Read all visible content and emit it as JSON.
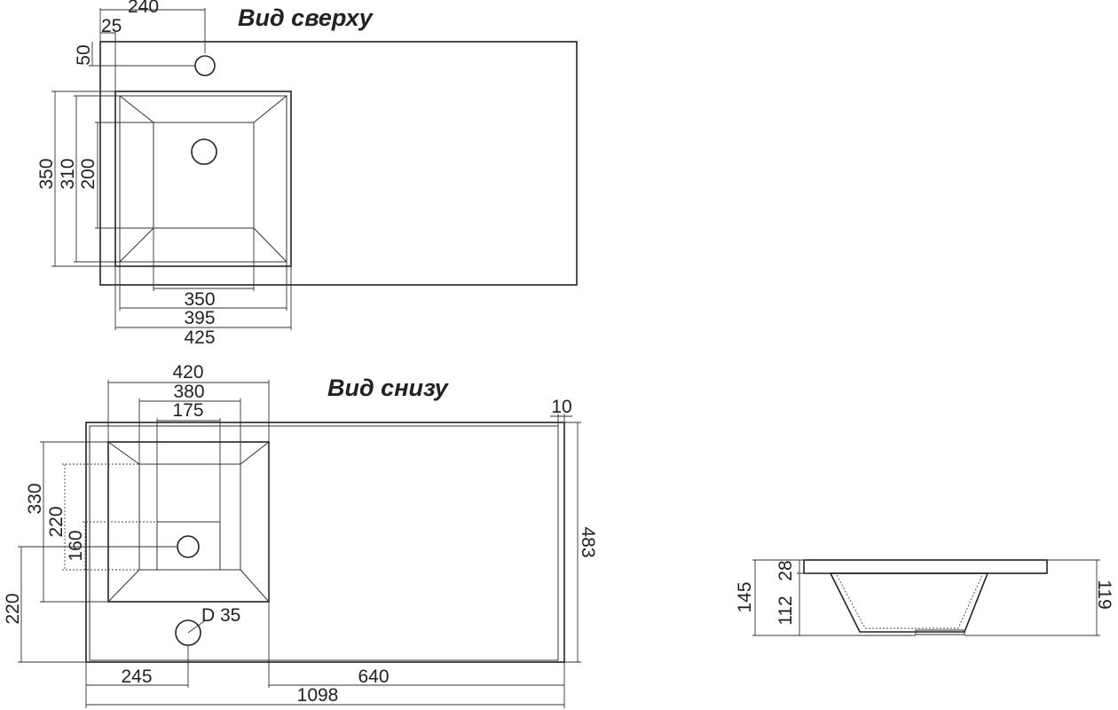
{
  "top_view": {
    "title": "Вид сверху",
    "dims": {
      "d240": "240",
      "d25": "25",
      "d50": "50",
      "d350v": "350",
      "d310": "310",
      "d200": "200",
      "d350h": "350",
      "d395": "395",
      "d425": "425"
    }
  },
  "bottom_view": {
    "title": "Вид снизу",
    "dims": {
      "d420": "420",
      "d380": "380",
      "d175": "175",
      "d10": "10",
      "d330": "330",
      "d220a": "220",
      "d160": "160",
      "d220b": "220",
      "d483": "483",
      "hole": "D 35",
      "d245": "245",
      "d640": "640",
      "d1098": "1098"
    }
  },
  "side_view": {
    "dims": {
      "d145": "145",
      "d28": "28",
      "d112": "112",
      "d119": "119"
    }
  }
}
